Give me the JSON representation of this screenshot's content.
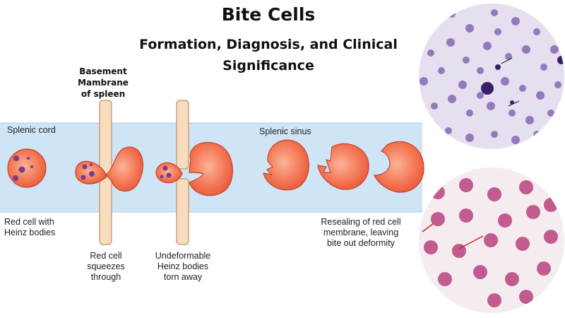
{
  "title": "Bite Cells",
  "subtitle": "Formation, Diagnosis, and Clinical Significance",
  "diagram": {
    "membrane_label": [
      "Basement",
      "Mambrane",
      "of spleen"
    ],
    "splenic_cord": "Splenic cord",
    "splenic_sinus": "Splenic sinus",
    "stage1": [
      "Red cell with",
      "Heinz bodies"
    ],
    "stage2": [
      "Red cell",
      "squeezes",
      "through"
    ],
    "stage3": [
      "Undeformable",
      "Heinz bodies",
      "torn away"
    ],
    "stage4": [
      "Resealing of red cell",
      "membrane, leaving",
      "bite out deformity"
    ]
  },
  "colors": {
    "band": "#cfe4f5",
    "rbc": "#f26a4a",
    "heinz": "#7a3b8c",
    "membrane": "#f8dcc0",
    "smear_bg1": "#e6dff0",
    "smear_bg2": "#f4ecef",
    "arrow": "#d92020"
  },
  "micrographs": [
    {
      "name": "blood-smear-heinz-stain"
    },
    {
      "name": "blood-smear-bite-cells"
    }
  ]
}
